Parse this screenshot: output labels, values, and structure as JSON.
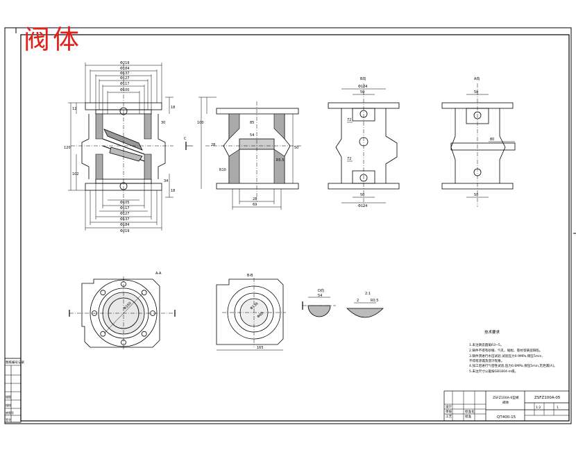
{
  "stamp": {
    "text": "阀体",
    "color": "#e0201a"
  },
  "views": {
    "front": {
      "dims_top": [
        "Φ219",
        "Φ184",
        "Φ137",
        "Φ127",
        "Φ117",
        "Φ100"
      ],
      "dims_bottom": [
        "Φ105",
        "Φ117",
        "Φ127",
        "Φ137",
        "Φ184",
        "Φ219"
      ],
      "left_dims": [
        "12",
        "120",
        "102"
      ],
      "right_dims": [
        "18",
        "30",
        "34",
        "18"
      ]
    },
    "side": {
      "dims": [
        "85",
        "54",
        "28",
        "100",
        "R10",
        "28",
        "69",
        "50",
        "R5.5"
      ],
      "label_c": "C"
    },
    "view_b": {
      "title": "B向",
      "dims": [
        "Φ124",
        "50",
        "72",
        "72",
        "50",
        "Φ124"
      ]
    },
    "view_a": {
      "title": "A向",
      "dims": [
        "50",
        "80",
        "50"
      ]
    },
    "bottom_left": {
      "label": "A-A",
      "dim": "Φ160"
    },
    "bottom_center": {
      "label": "B-B",
      "dims": [
        "Φ136",
        "Φ80",
        "165"
      ]
    },
    "section_d": {
      "label": "D向",
      "dim": "54"
    },
    "detail": {
      "label": "2:1",
      "dims": [
        "2",
        "R0.5"
      ]
    }
  },
  "notes": {
    "title": "技术要求",
    "items": [
      "1.未注铸造圆角R3~5。",
      "2.铸件不得有砂眼、气孔、缩松、裂纹等铸造缺陷。",
      "3.铸件须进行水压试验,试验压力0.9MPa,保压5min,",
      "  不得有渗漏及冒汗现象。",
      "4.加工后进行气密性试验,压力0.6MPa,保压5min,无泄漏[A]。",
      "5.未注尺寸公差按GB1804-m级。"
    ]
  },
  "title_block": {
    "part_name": "ZSFZ100A-6型阀",
    "part_sub": "阀体",
    "drawing_no": "ZSFZ100A-05",
    "material": "QT400-15",
    "scale": "1:2",
    "sheet": "1",
    "labels": [
      "设计",
      "审核",
      "工艺",
      "标准化",
      "批准"
    ]
  },
  "side_table": {
    "header": "图纸编号记录",
    "rows": [
      "",
      "",
      "描图",
      "描校",
      "底图号",
      "签字"
    ]
  }
}
